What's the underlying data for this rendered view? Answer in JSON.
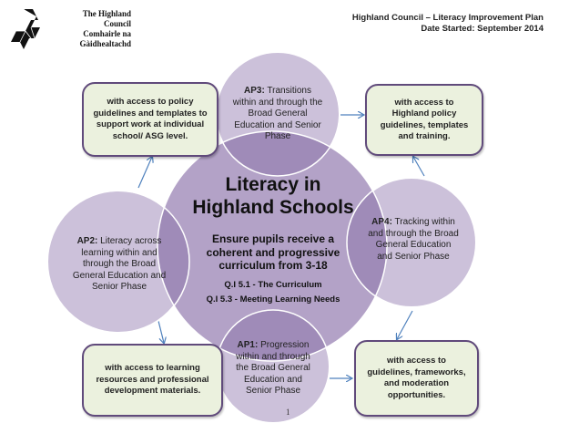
{
  "logo": {
    "lines": [
      "The Highland",
      "Council",
      "Comhairle na",
      "Gàidhealtachd"
    ]
  },
  "header": {
    "title": "Highland Council – Literacy Improvement Plan",
    "date": "Date Started: September 2014"
  },
  "center": {
    "title_line1": "Literacy in",
    "title_line2": "Highland Schools",
    "subtitle_line1": "Ensure pupils receive a",
    "subtitle_line2": "coherent and progressive",
    "subtitle_line3": "curriculum from 3-18",
    "qi1": "Q.I 5.1 - The Curriculum",
    "qi2": "Q.I 5.3 - Meeting Learning Needs"
  },
  "action_points": [
    {
      "id": "AP3",
      "label": "AP3:",
      "text": "Transitions within and through the Broad General Education and Senior Phase"
    },
    {
      "id": "AP2",
      "label": "AP2:",
      "text": "Literacy across learning within and through the Broad General Education and  Senior Phase"
    },
    {
      "id": "AP4",
      "label": "AP4:",
      "text": "Tracking within and through the Broad General Education and Senior Phase"
    },
    {
      "id": "AP1",
      "label": "AP1:",
      "text": "Progression within and through the Broad General Education and Senior Phase"
    }
  ],
  "boxes": {
    "top_left": "with access to policy guidelines and templates to support work at individual school/ ASG level.",
    "top_right": "with access to Highland policy guidelines, templates and training.",
    "bottom_left": "with access to learning resources and professional development materials.",
    "bottom_right": "with access to guidelines, frameworks, and moderation opportunities."
  },
  "page_number": "1",
  "colors": {
    "center_circle": "#b3a2c7",
    "outer_circle": "#ccc1da",
    "overlap": "#9f8bb8",
    "box_fill": "#ebf1de",
    "box_border": "#604a7b",
    "arrow": "#4f81bd"
  }
}
